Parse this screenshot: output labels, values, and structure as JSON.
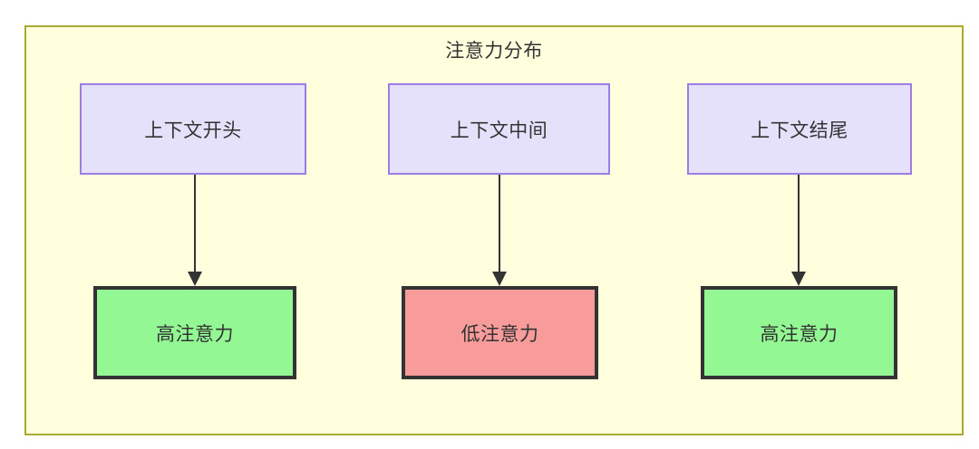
{
  "diagram": {
    "type": "flowchart",
    "title": "注意力分布",
    "background": "#ffffff",
    "container": {
      "label": "注意力分布",
      "fill": "#ffffdd",
      "stroke": "#aaaa33"
    },
    "colors": {
      "context_fill": "#e6e1fb",
      "context_stroke": "#9d7ce8",
      "high_fill": "#93f793",
      "low_fill": "#f89b9b",
      "node_stroke": "#333333",
      "edge": "#333333",
      "text": "#333333"
    },
    "columns": [
      {
        "id": "col-1",
        "source": {
          "id": "context-start",
          "label": "上下文开头",
          "kind": "context"
        },
        "target": {
          "id": "attention-high-1",
          "label": "高注意力",
          "kind": "high"
        }
      },
      {
        "id": "col-2",
        "source": {
          "id": "context-middle",
          "label": "上下文中间",
          "kind": "context"
        },
        "target": {
          "id": "attention-low",
          "label": "低注意力",
          "kind": "low"
        }
      },
      {
        "id": "col-3",
        "source": {
          "id": "context-end",
          "label": "上下文结尾",
          "kind": "context"
        },
        "target": {
          "id": "attention-high-2",
          "label": "高注意力",
          "kind": "high"
        }
      }
    ],
    "edges": [
      {
        "id": "edge-1",
        "from": "上下文开头",
        "to": "高注意力",
        "label": ""
      },
      {
        "id": "edge-2",
        "from": "上下文中间",
        "to": "低注意力",
        "label": ""
      },
      {
        "id": "edge-3",
        "from": "上下文结尾",
        "to": "高注意力",
        "label": ""
      }
    ]
  }
}
